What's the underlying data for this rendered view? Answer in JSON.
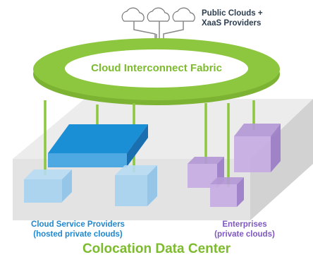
{
  "labels": {
    "public_clouds": "Public Clouds +",
    "xaas_providers": "XaaS Providers",
    "fabric": "Cloud Interconnect Fabric",
    "csp_line1": "Cloud Service Providers",
    "csp_line2": "(hosted private clouds)",
    "ent_line1": "Enterprises",
    "ent_line2": "(private clouds)",
    "datacenter": "Colocation Data Center"
  },
  "icons": [
    "cloud-icon",
    "cloud-icon",
    "cloud-icon"
  ],
  "colors": {
    "fabric_green": "#8dc63f",
    "label_green": "#7dbb2e",
    "csp_blue": "#1e88d0",
    "enterprise_purple": "#7e57c2",
    "floor_gray": "#e3e3e3",
    "public_label": "#2c3e50"
  }
}
